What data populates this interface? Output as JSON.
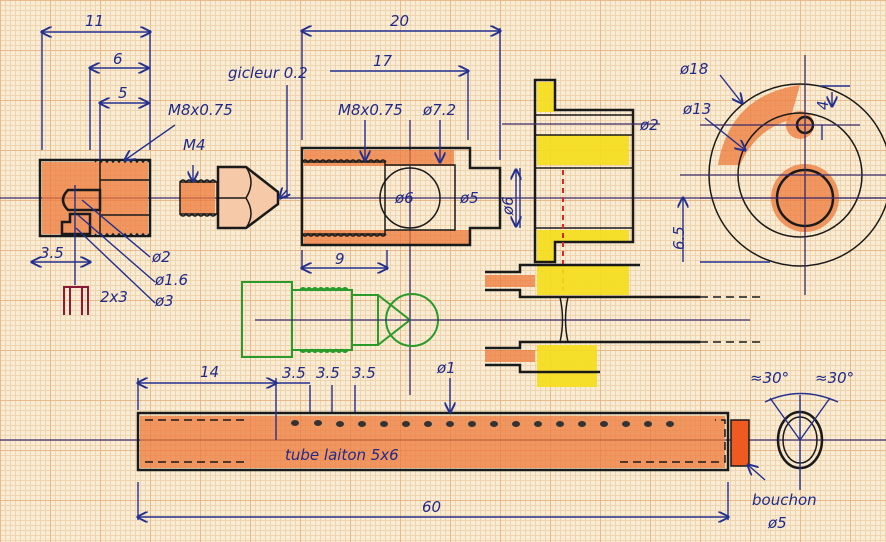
{
  "title": "Hand-drawn carburetor jet assembly drawing",
  "colors": {
    "ink": "#1a1a1a",
    "dimension": "#23308f",
    "hatch": "#ee7a3a",
    "yellow": "#f5de1a",
    "green": "#2a9a2a"
  },
  "left_part": {
    "dim_11": "11",
    "dim_6": "6",
    "dim_5": "5",
    "thread": "M8x0.75",
    "dim_3_5": "3.5",
    "d2": "ø2",
    "d1_6": "ø1.6",
    "d3": "ø3",
    "slot": "2x3"
  },
  "jet": {
    "thread": "M4",
    "note": "gicleur 0.2"
  },
  "body": {
    "dim_20": "20",
    "dim_17": "17",
    "dim_9": "9",
    "thread": "M8x0.75",
    "d7_2": "ø7.2",
    "d6": "ø6",
    "d5": "ø5",
    "d6_side": "ø6"
  },
  "side_part": {
    "d2": "ø2"
  },
  "end_view": {
    "d18": "ø18",
    "d13": "ø13",
    "dim_6_5": "6.5",
    "dim_4": "4"
  },
  "tube": {
    "dim_14": "14",
    "pitch": [
      "3.5",
      "3.5",
      "3.5"
    ],
    "hole": "ø1",
    "material": "tube laiton 5x6",
    "length": "60",
    "plug": "bouchon",
    "plug_d": "ø5",
    "angle_left": "≈30°",
    "angle_right": "≈30°"
  }
}
